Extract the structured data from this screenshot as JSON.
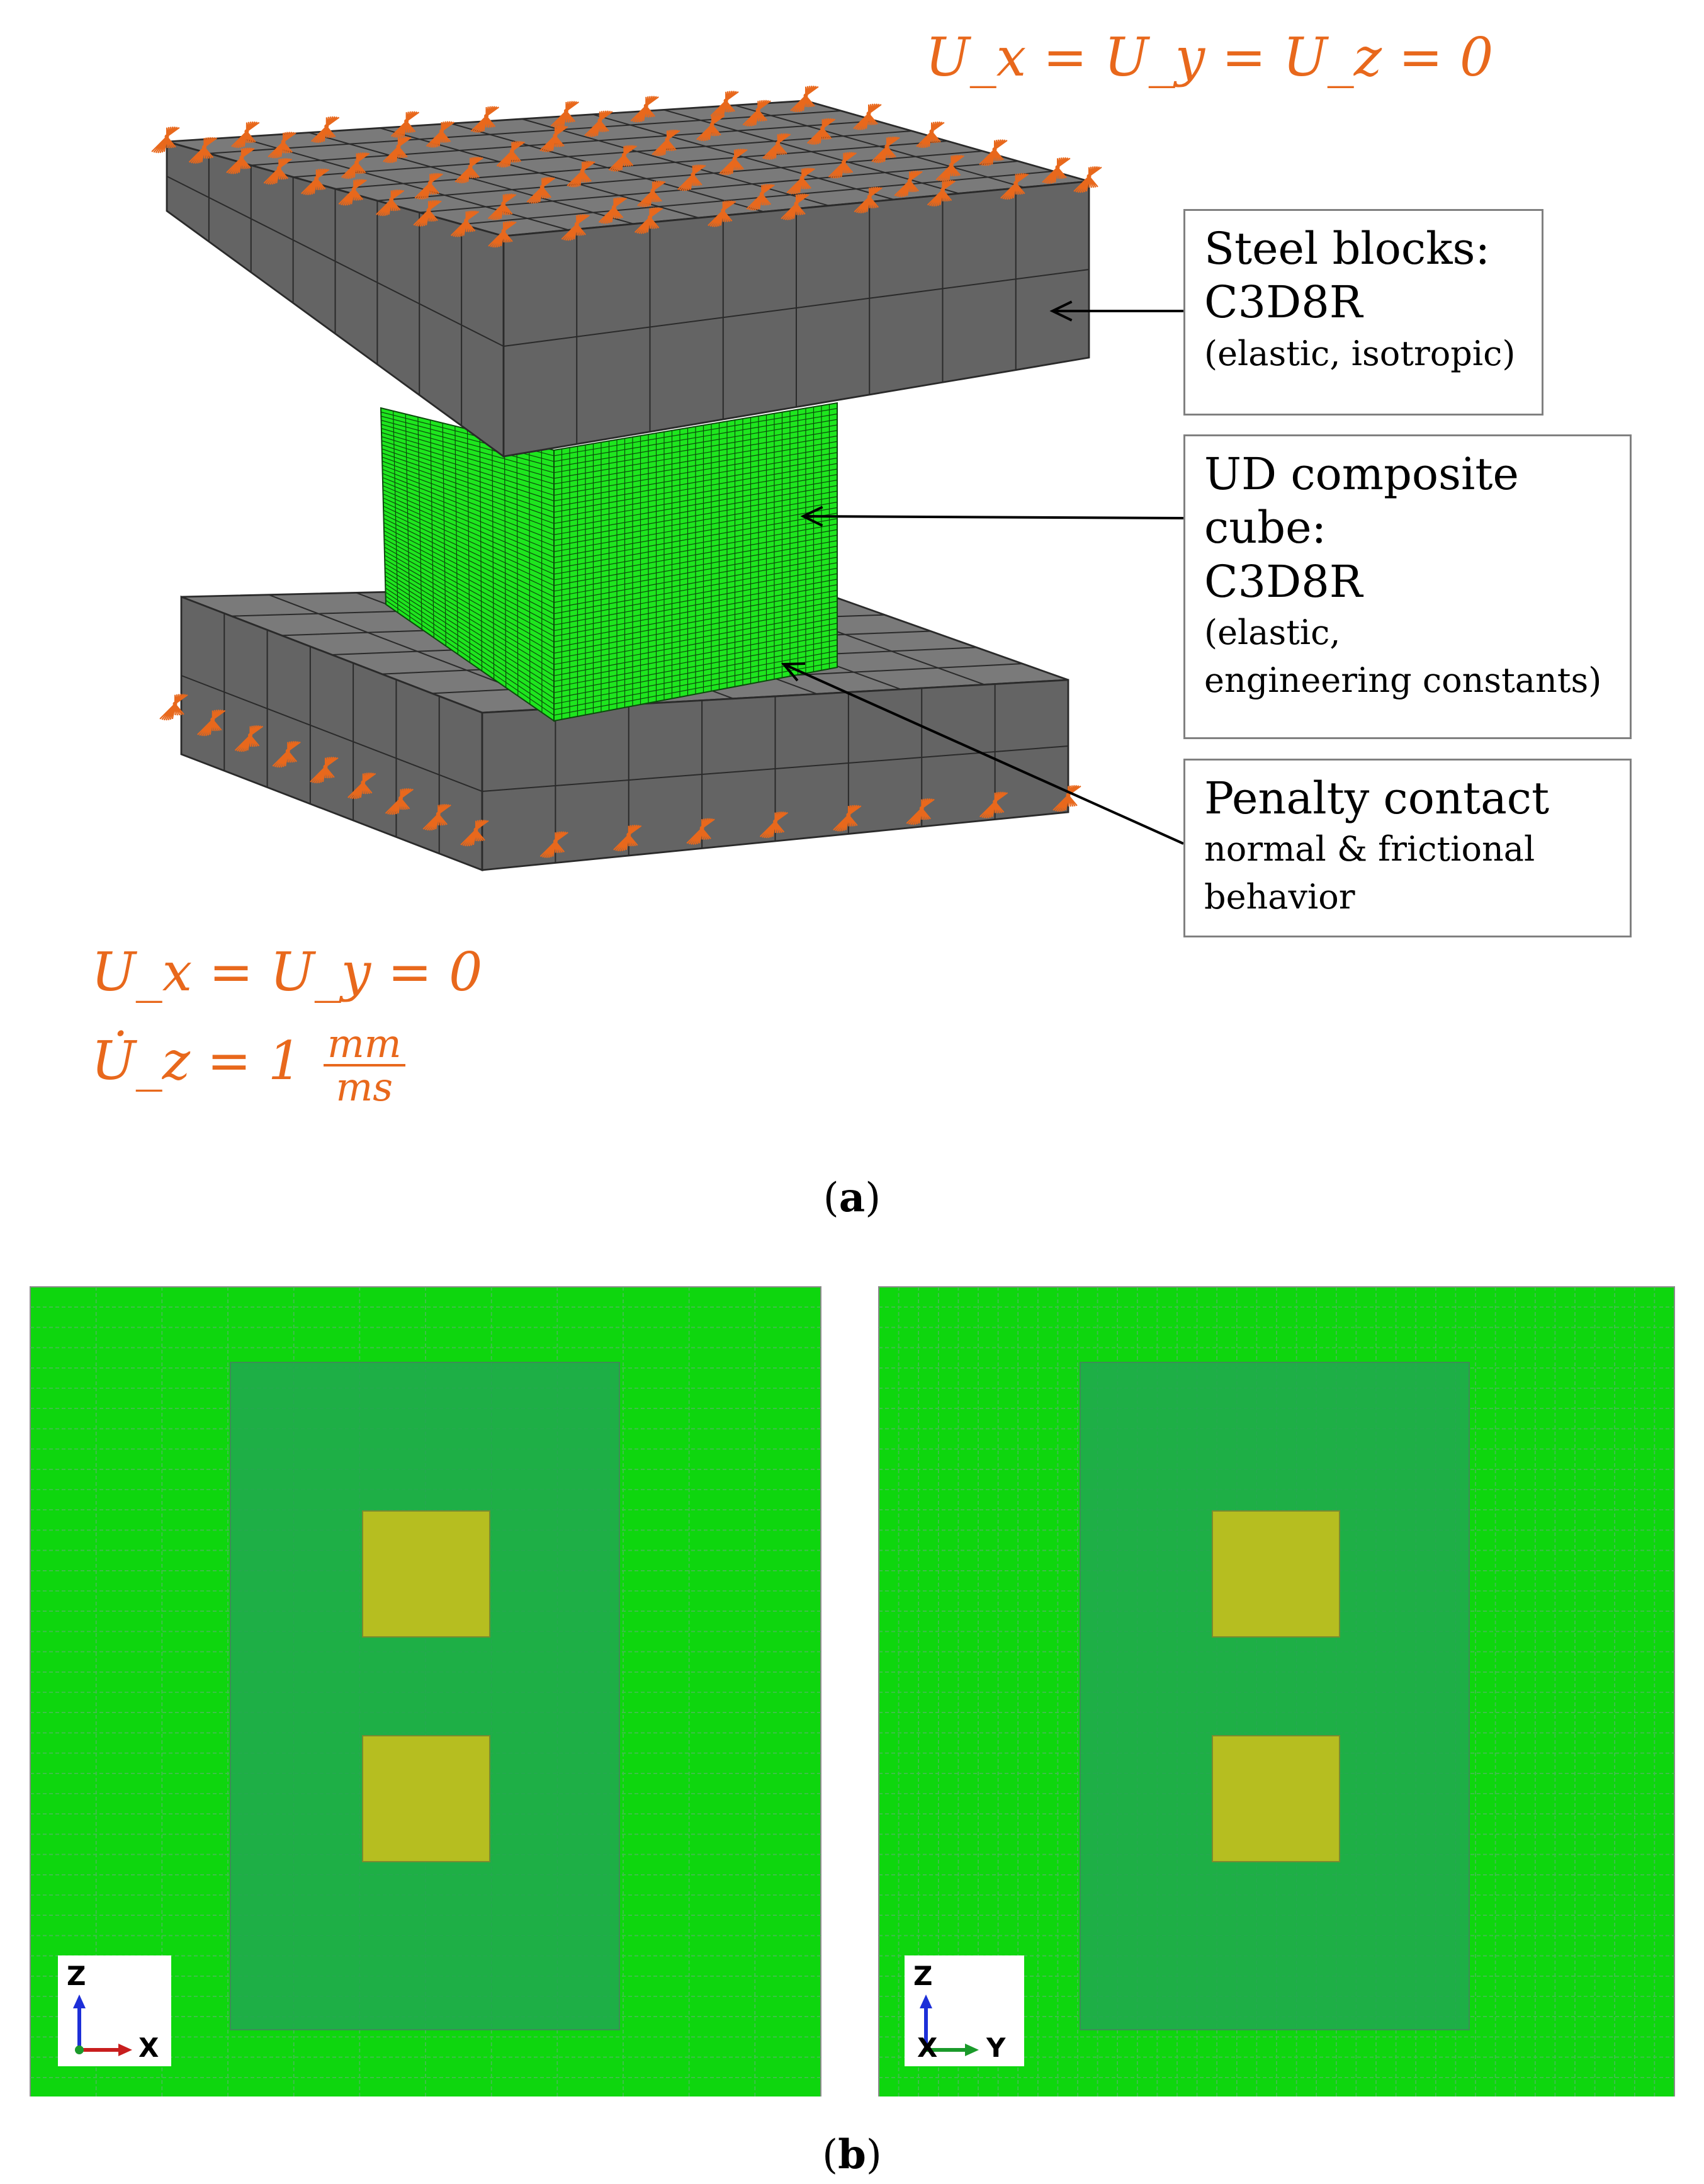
{
  "panel_a": {
    "bc_top": "U_x = U_y = U_z = 0",
    "bc_bottom_1": "U_x = U_y = 0",
    "bc_bottom_2_prefix": "U̇_z = 1",
    "bc_bottom_2_num": "mm",
    "bc_bottom_2_den": "ms",
    "label_steel": {
      "line1": "Steel blocks:",
      "line2": "C3D8R",
      "line3": "(elastic, isotropic)"
    },
    "label_composite": {
      "line1": "UD composite",
      "line2": "cube:",
      "line3": "C3D8R",
      "line4": "(elastic,",
      "line5": "engineering constants)"
    },
    "label_contact": {
      "line1": "Penalty contact",
      "line2": "normal & frictional",
      "line3": "behavior"
    },
    "caption": "a"
  },
  "panel_b": {
    "left_axes": {
      "vertical": "Z",
      "horizontal": "X"
    },
    "right_axes": {
      "vertical": "Z",
      "horizontal": "Y"
    },
    "caption": "b"
  },
  "colors": {
    "steel": "#646464",
    "steel_top": "#7a7a7a",
    "composite": "#1ee61e",
    "bc_symbol": "#e8681c",
    "bc_text": "#e8681c",
    "section_bright": "#0ed60e",
    "section_inner": "#1fad4a",
    "section_patch": "#b6be20"
  }
}
